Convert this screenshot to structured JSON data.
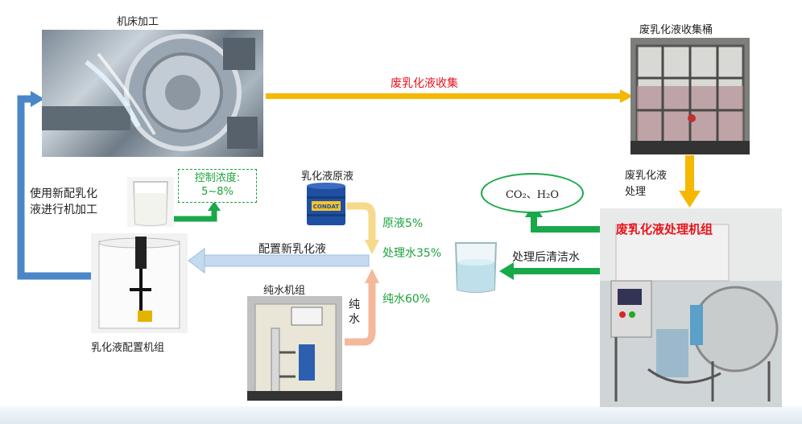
{
  "nodes": {
    "machine": "机床加工",
    "collect_bucket": "废乳化液收集桶",
    "treatment_label": "废乳化液\n处理",
    "treatment_unit": "废乳化液处理机组",
    "byproduct": "CO₂、H₂O",
    "clean_water": "处理后清洁水",
    "raw_liquid": "乳化液原液",
    "prepare_new": "配置新乳化液",
    "mixer_unit": "乳化液配置机组",
    "pure_water_unit": "纯水机组",
    "pure_water": "纯水",
    "use_new": "使用新配乳化\n液进行机加工",
    "concentration": "控制浓度:\n5~8%"
  },
  "flows": {
    "waste_collect": "废乳化液收集",
    "ratio_raw": "原液5%",
    "ratio_treated": "处理水35%",
    "ratio_pure": "纯水60%"
  },
  "icons": {
    "drum_brand": "CONDAT"
  },
  "colors": {
    "orange_arrow": "#f5b800",
    "green_arrow": "#19a84a",
    "blue_arrow": "#4a86c8",
    "light_blue_arrow": "#c5daef",
    "yellow_arrow": "#f7d98c",
    "salmon_arrow": "#f4b89a",
    "red_text": "#e8141b",
    "green_text": "#1aa33a"
  }
}
